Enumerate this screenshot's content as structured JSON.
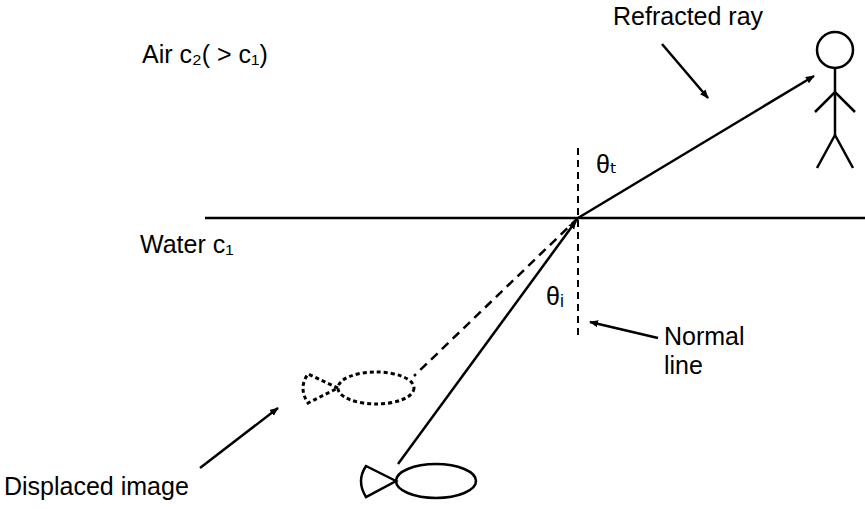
{
  "diagram": {
    "labels": [
      "Refracted ray",
      "Air c₂( > c₁)",
      "Water c₁",
      "θₜ",
      "θᵢ",
      "Normal line",
      "Displaced image"
    ]
  }
}
